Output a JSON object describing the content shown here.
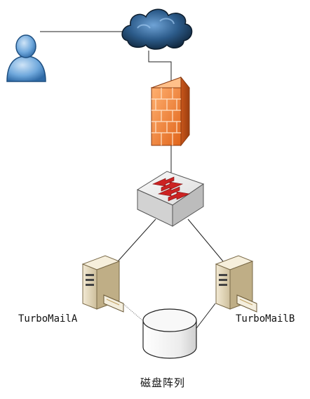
{
  "nodes": {
    "user": {
      "icon": "user-icon"
    },
    "cloud": {
      "icon": "cloud-icon"
    },
    "firewall": {
      "icon": "firewall-icon"
    },
    "switch": {
      "icon": "switch-icon"
    },
    "server_a": {
      "icon": "server-icon",
      "label": "TurboMailA"
    },
    "server_b": {
      "icon": "server-icon",
      "label": "TurboMailB"
    },
    "disk_array": {
      "icon": "disk-icon",
      "label": "磁盘阵列"
    }
  },
  "colors": {
    "user_blue": "#6fa8dc",
    "cloud_dark": "#1f3d5c",
    "cloud_light": "#4a86c5",
    "firewall_orange": "#f07c2a",
    "switch_gray": "#e6e6e6",
    "arrow_red": "#cc2222",
    "server_beige": "#e8dcc0",
    "disk_white": "#f4f4f4"
  },
  "connections": [
    {
      "from": "user",
      "to": "cloud"
    },
    {
      "from": "cloud",
      "to": "firewall"
    },
    {
      "from": "firewall",
      "to": "switch"
    },
    {
      "from": "switch",
      "to": "server_a"
    },
    {
      "from": "switch",
      "to": "server_b"
    },
    {
      "from": "server_a",
      "to": "disk_array",
      "style": "dotted"
    },
    {
      "from": "server_b",
      "to": "disk_array",
      "style": "dotted"
    }
  ]
}
